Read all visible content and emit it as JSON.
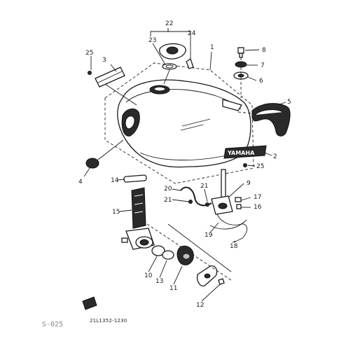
{
  "callouts": [
    "22",
    "24",
    "23",
    "1",
    "25",
    "3",
    "8",
    "7",
    "6",
    "5",
    "4",
    "2",
    "25",
    "14",
    "20",
    "21",
    "21",
    "9",
    "17",
    "16",
    "15",
    "19",
    "18",
    "10",
    "13",
    "11",
    "12"
  ],
  "brand_text": "YAMAHA",
  "diagram_code": "21L1352-1230",
  "corner_stamp": "S-025",
  "colors": {
    "ink": "#1a1a1a",
    "paper": "#ffffff",
    "shade": "#2a2a2a"
  }
}
